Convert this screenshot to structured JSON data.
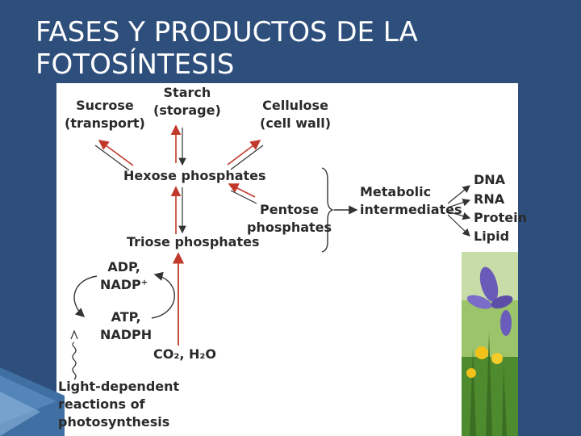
{
  "slide": {
    "title_line1": "FASES Y PRODUCTOS DE LA",
    "title_line2": "FOTOSÍNTESIS"
  },
  "diagram": {
    "sucrose": {
      "line1": "Sucrose",
      "line2": "(transport)"
    },
    "starch": {
      "line1": "Starch",
      "line2": "(storage)"
    },
    "cellulose": {
      "line1": "Cellulose",
      "line2": "(cell wall)"
    },
    "hexose": "Hexose phosphates",
    "pentose": {
      "line1": "Pentose",
      "line2": "phosphates"
    },
    "metabolic": {
      "line1": "Metabolic",
      "line2": "intermediates"
    },
    "products": [
      "DNA",
      "RNA",
      "Protein",
      "Lipid"
    ],
    "triose": "Triose phosphates",
    "adp": {
      "line1": "ADP,",
      "line2": "NADP⁺"
    },
    "atp": {
      "line1": "ATP,",
      "line2": "NADPH"
    },
    "co2": "CO₂, H₂O",
    "light": {
      "line1": "Light-dependent",
      "line2": "reactions of",
      "line3": "photosynthesis"
    }
  },
  "colors": {
    "background": "#2e4f7c",
    "arrow_red": "#c0392b",
    "arrow_dark": "#333333"
  }
}
